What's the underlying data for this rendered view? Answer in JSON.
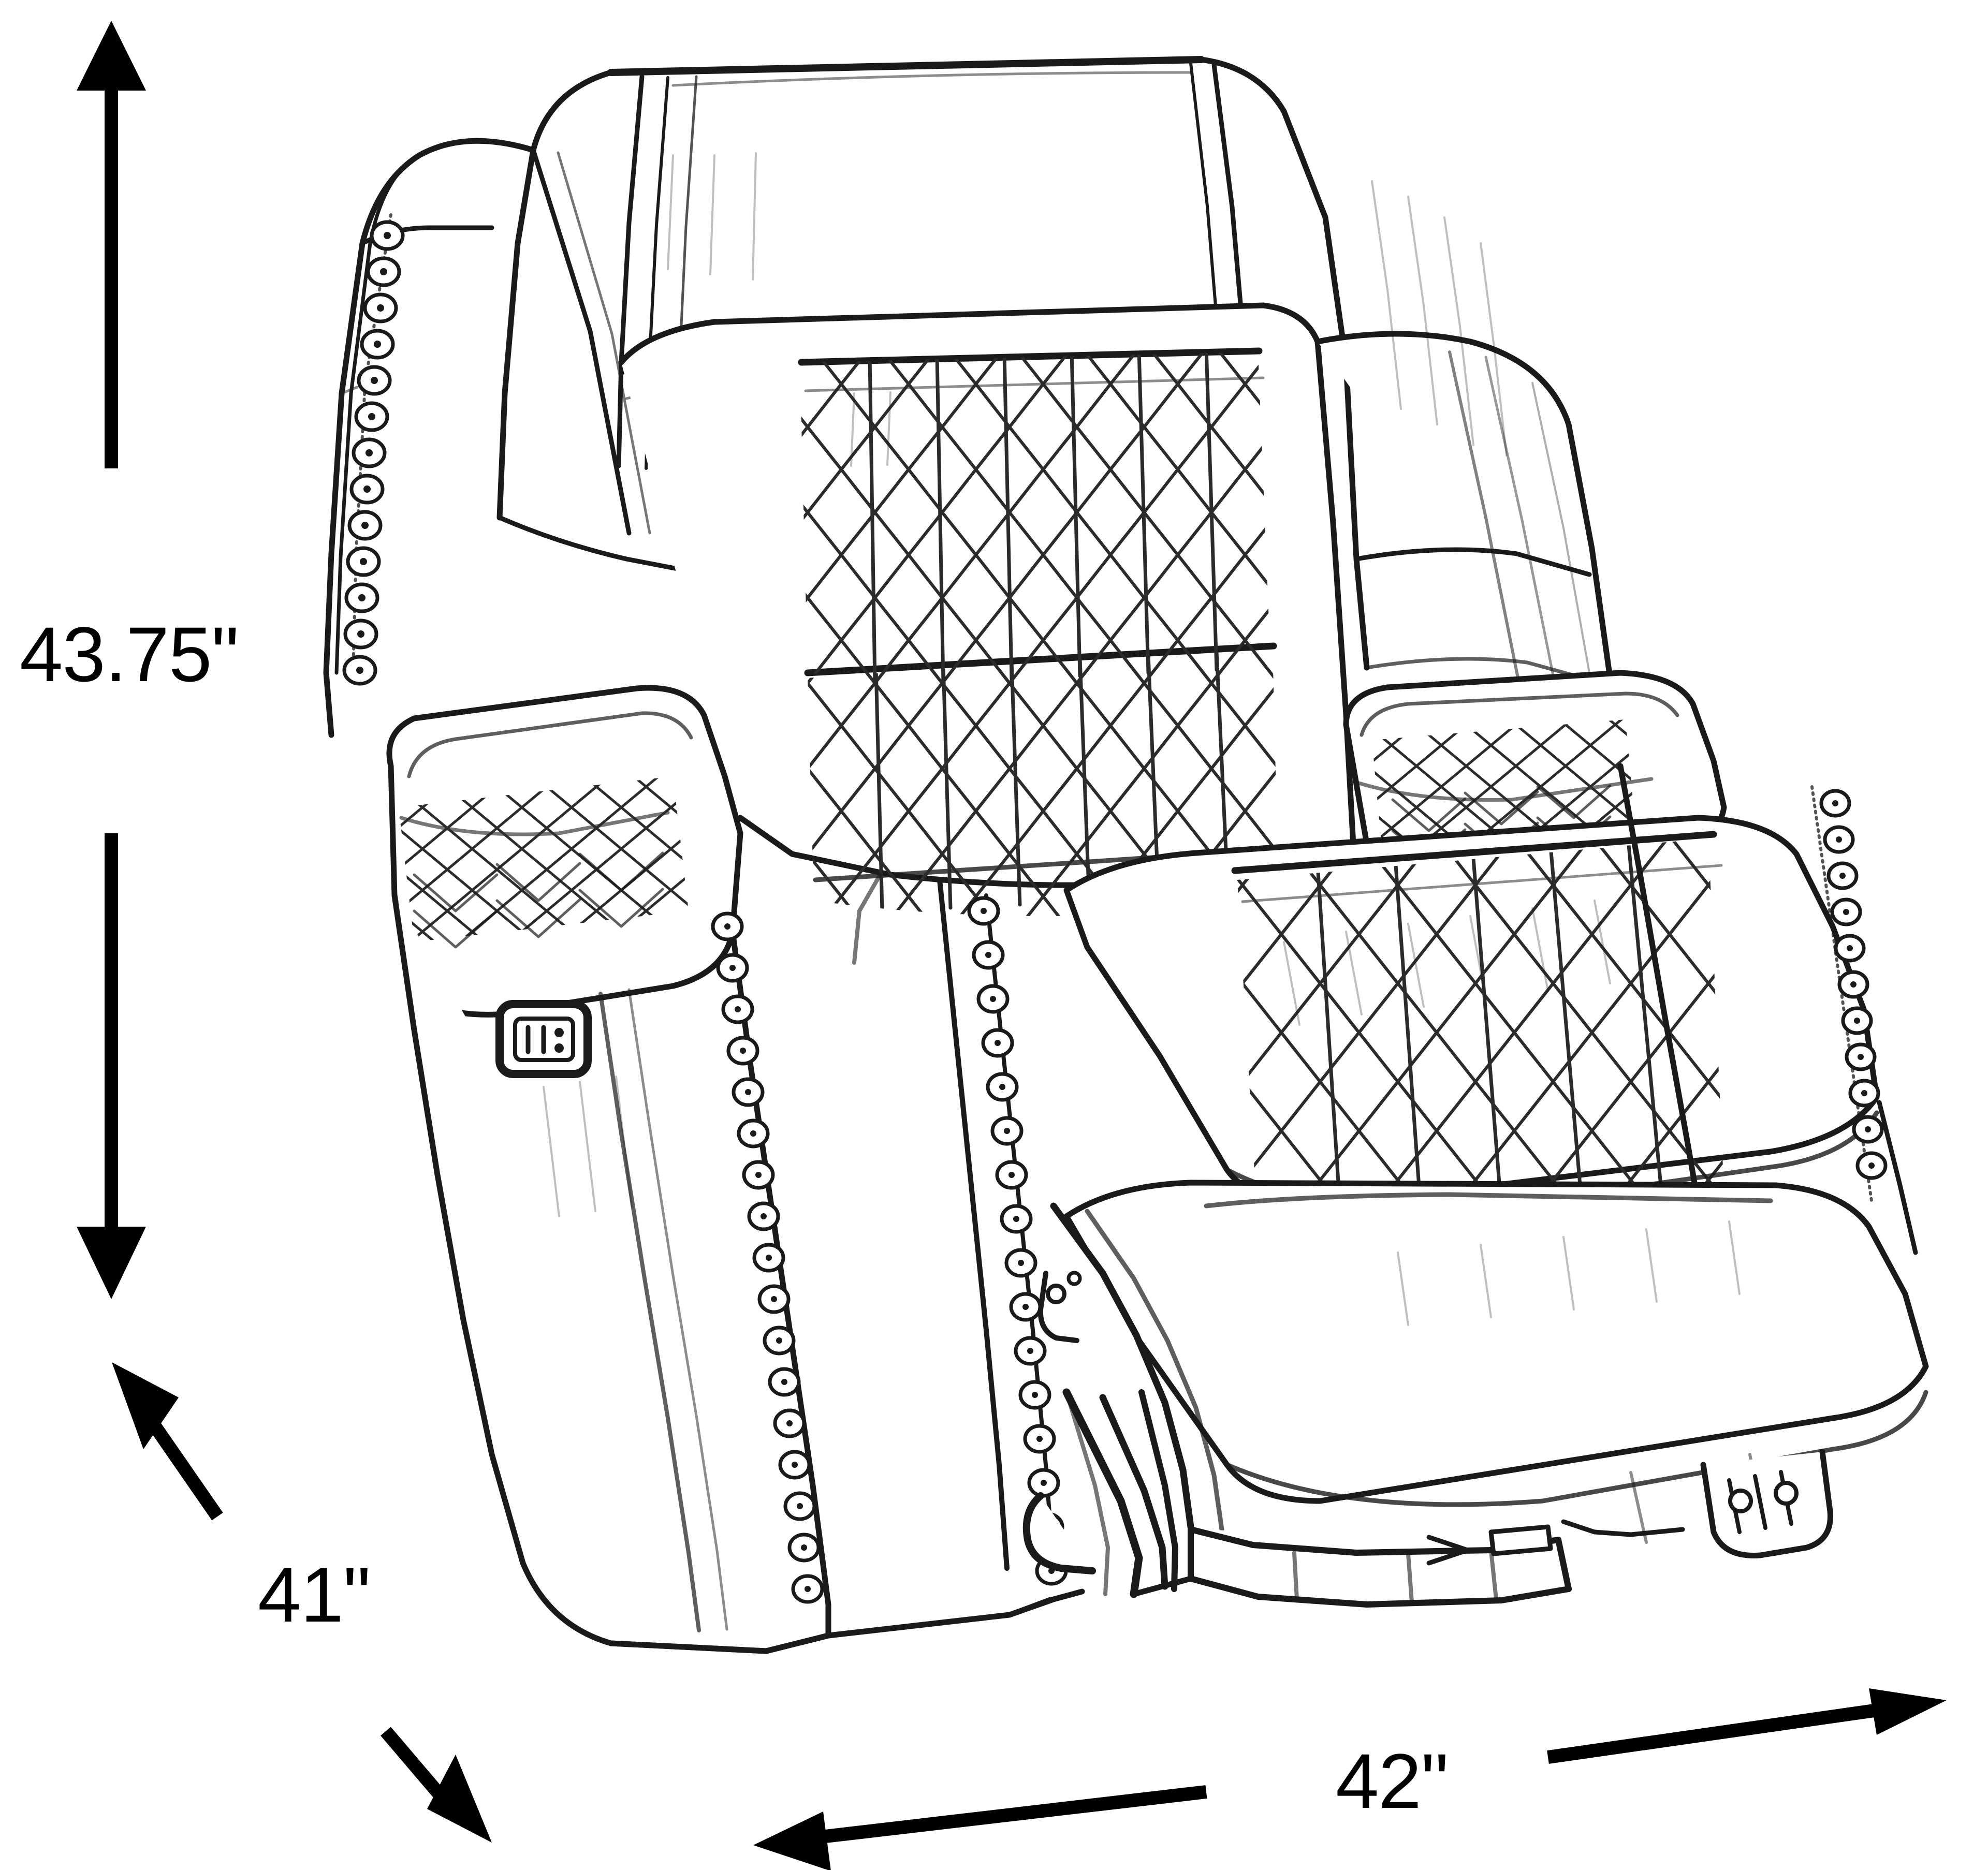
{
  "diagram": {
    "kind": "furniture-dimension-line-drawing",
    "subject": "power recliner chair",
    "background_color": "#ffffff",
    "line_color": "#1a1a1a",
    "fill_color": "#ffffff",
    "view": "three-quarter front-left perspective"
  },
  "dimensions": {
    "height": {
      "label": "43.75\"",
      "value": 43.75,
      "unit": "inch",
      "axis": "vertical",
      "arrow_direction": "double",
      "position": "left"
    },
    "depth": {
      "label": "41\"",
      "value": 41,
      "unit": "inch",
      "axis": "diagonal",
      "arrow_direction": "double",
      "position": "lower-left"
    },
    "width": {
      "label": "42\"",
      "value": 42,
      "unit": "inch",
      "axis": "horizontal",
      "arrow_direction": "double",
      "position": "bottom"
    }
  },
  "features": {
    "headrest": "channel-tufted headrest",
    "backrest": "diamond tufted back panel",
    "seat": "diamond tufted seat cushion",
    "arms": "pillow-top padded arms with diamond quilting",
    "trim": "nailhead stud trim",
    "control": "power control button panel on left arm",
    "mechanism": "extended power footrest with scissor mechanism"
  }
}
